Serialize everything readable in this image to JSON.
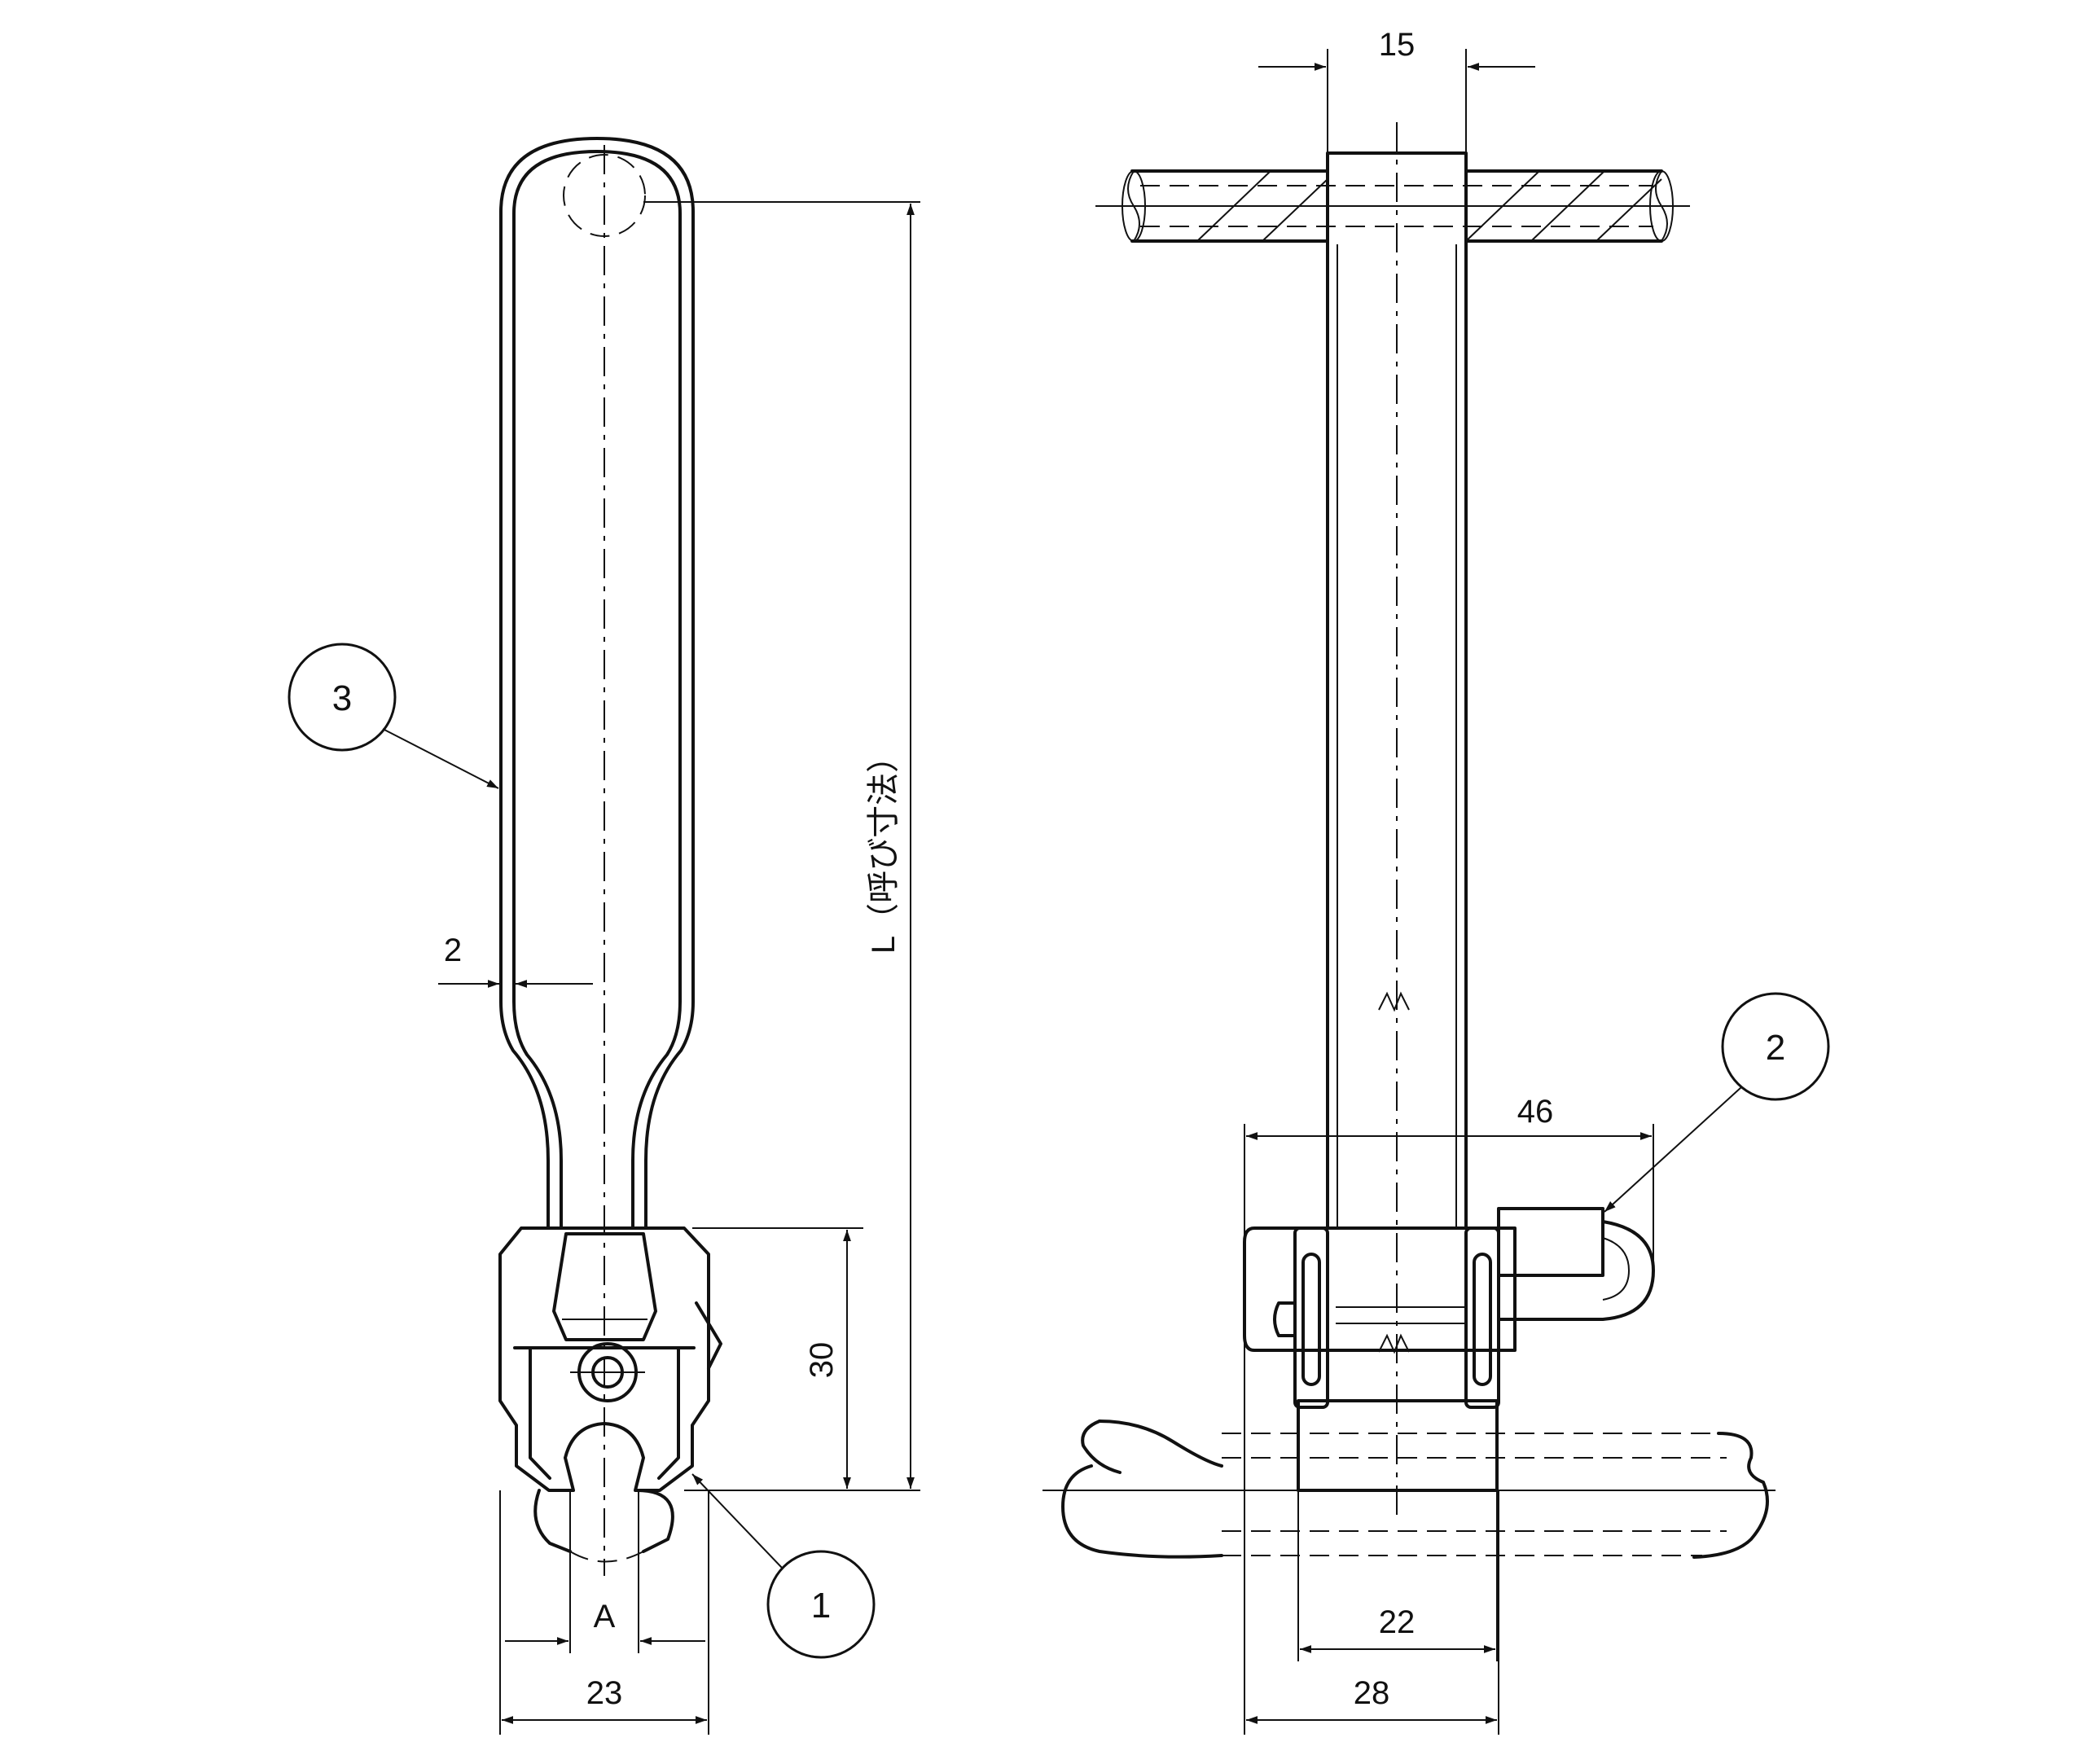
{
  "dimensions": {
    "width_15": "15",
    "length_L": "L（呼び寸法）",
    "thickness_2": "2",
    "height_30": "30",
    "opening_A": "A",
    "width_23": "23",
    "width_46": "46",
    "width_22": "22",
    "width_28": "28"
  },
  "balloons": {
    "part_1": "1",
    "part_2": "2",
    "part_3": "3"
  }
}
